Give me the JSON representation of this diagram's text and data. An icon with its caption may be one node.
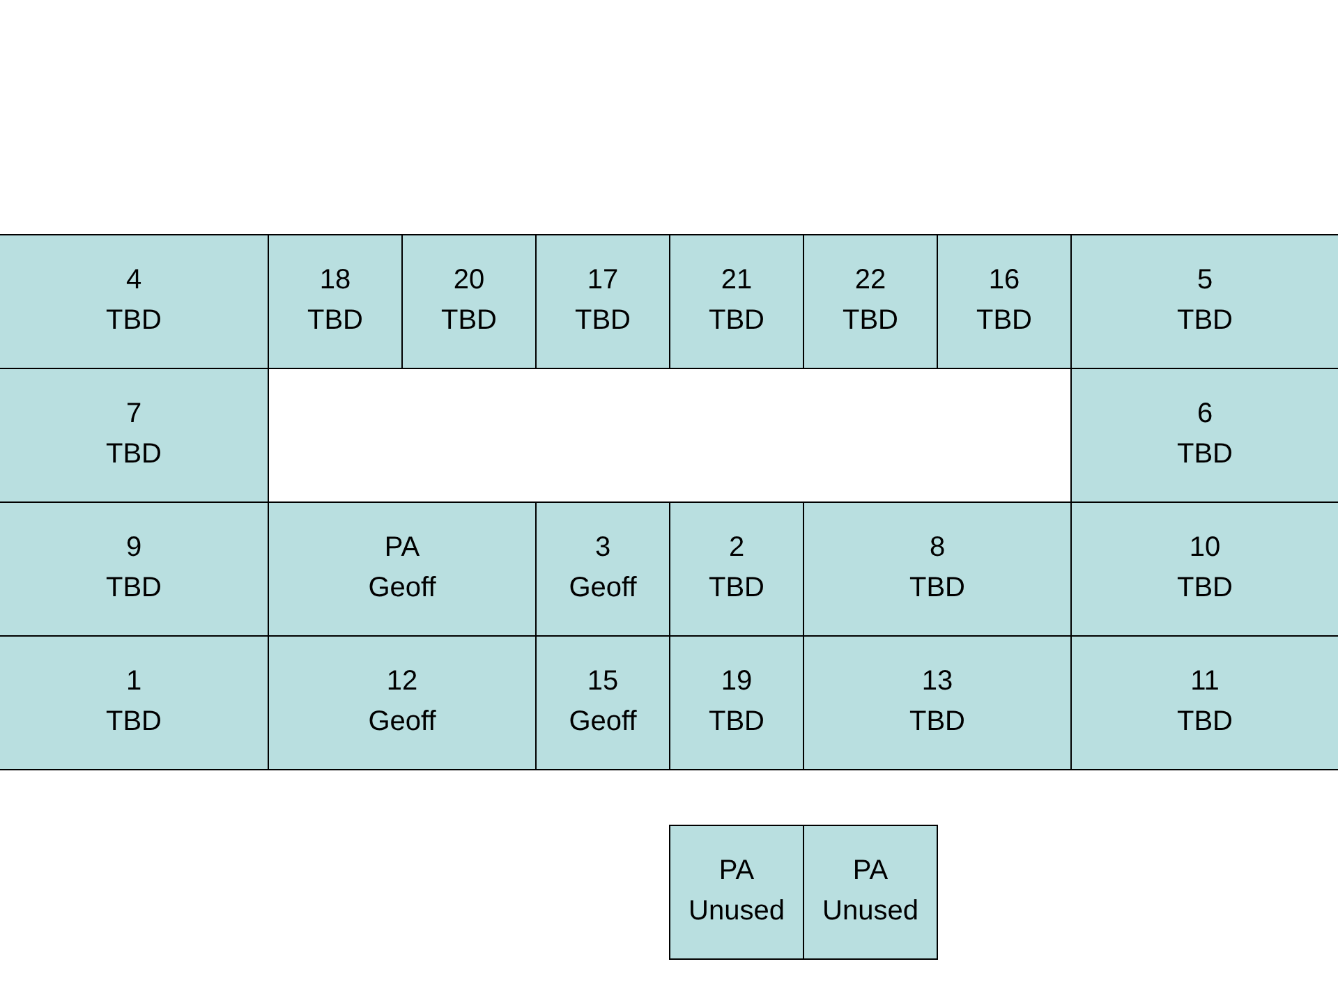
{
  "diagram": {
    "nodes": [
      {
        "text": [
          "4",
          "TBD"
        ]
      },
      {
        "text": [
          "18",
          "TBD"
        ]
      },
      {
        "text": [
          "20",
          "TBD"
        ]
      },
      {
        "text": [
          "17",
          "TBD"
        ]
      },
      {
        "text": [
          "21",
          "TBD"
        ]
      },
      {
        "text": [
          "22",
          "TBD"
        ]
      },
      {
        "text": [
          "16",
          "TBD"
        ]
      },
      {
        "text": [
          "5",
          "TBD"
        ]
      },
      {
        "text": [
          "7",
          "TBD"
        ]
      },
      {
        "text": [
          "6",
          "TBD"
        ]
      },
      {
        "text": [
          "9",
          "TBD"
        ]
      },
      {
        "text": [
          "PA",
          "Geoff"
        ]
      },
      {
        "text": [
          "3",
          "Geoff"
        ]
      },
      {
        "text": [
          "2",
          "TBD"
        ]
      },
      {
        "text": [
          "8",
          "TBD"
        ]
      },
      {
        "text": [
          "10",
          "TBD"
        ]
      },
      {
        "text": [
          "1",
          "TBD"
        ]
      },
      {
        "text": [
          "12",
          "Geoff"
        ]
      },
      {
        "text": [
          "15",
          "Geoff"
        ]
      },
      {
        "text": [
          "19",
          "TBD"
        ]
      },
      {
        "text": [
          "13",
          "TBD"
        ]
      },
      {
        "text": [
          "11",
          "TBD"
        ]
      },
      {
        "text": [
          "PA",
          "Unused"
        ]
      },
      {
        "text": [
          "PA",
          "Unused"
        ]
      }
    ]
  }
}
